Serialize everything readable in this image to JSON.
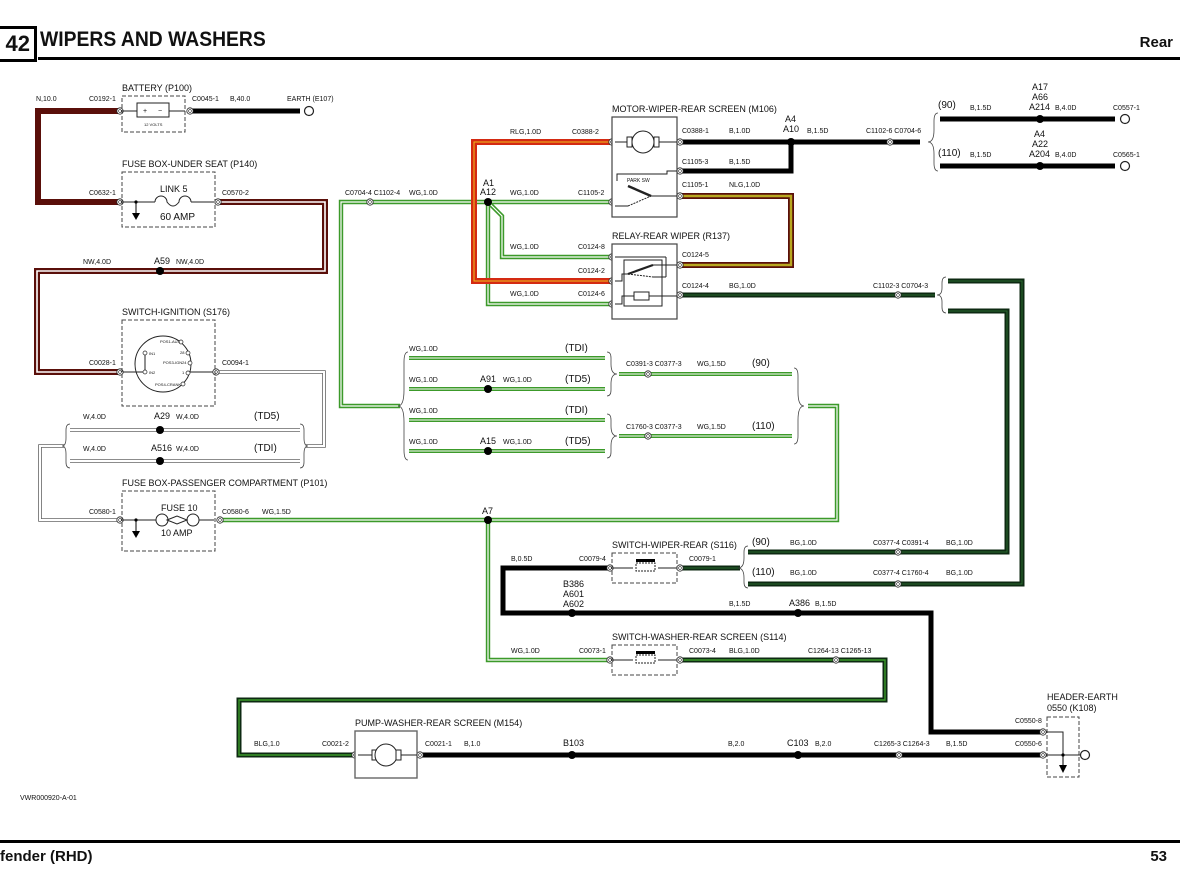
{
  "header": {
    "section_number": "42",
    "title": "WIPERS AND WASHERS",
    "right_label": "Rear"
  },
  "footer": {
    "left": "fender (RHD)",
    "page_number": "53",
    "drawing_ref": "VWR000920-A-01"
  },
  "colors": {
    "brown": "#5a0f0a",
    "red": "#d42a12",
    "green": "#3c9a2a",
    "black": "#000000",
    "dark_green": "#0d2a12",
    "yellow": "#b9a820"
  },
  "components": {
    "battery": {
      "title": "BATTERY (P100)",
      "voltage": "12 VOLTS",
      "plus": "+",
      "minus": "−"
    },
    "fuse_under_seat": {
      "title": "FUSE BOX-UNDER SEAT (P140)",
      "fuse": "LINK 5",
      "rating": "60 AMP"
    },
    "ignition": {
      "title": "SWITCH-IGNITION (S176)",
      "positions": [
        "POS1-AUX",
        "28",
        "POS3-IGN",
        "24",
        "1",
        "POS4-CRANK",
        "IN1",
        "IN2"
      ]
    },
    "fuse_passenger": {
      "title": "FUSE BOX-PASSENGER COMPARTMENT (P101)",
      "fuse": "FUSE 10",
      "rating": "10 AMP"
    },
    "motor_wiper": {
      "title": "MOTOR-WIPER-REAR SCREEN (M106)",
      "park_switch": "PARK SW"
    },
    "relay": {
      "title": "RELAY-REAR WIPER (R137)"
    },
    "switch_wiper": {
      "title": "SWITCH-WIPER-REAR (S116)"
    },
    "switch_washer": {
      "title": "SWITCH-WASHER-REAR SCREEN (S114)"
    },
    "pump": {
      "title": "PUMP-WASHER-REAR SCREEN (M154)"
    },
    "header_earth": {
      "title_line1": "HEADER-EARTH",
      "title_line2": "0550 (K108)"
    },
    "earth_e107": {
      "title": "EARTH (E107)"
    }
  },
  "labels": {
    "n10": "N,10.0",
    "c0192": "C0192-1",
    "c0045": "C0045-1",
    "b40": "B,40.0",
    "c0632": "C0632-1",
    "c0570": "C0570-2",
    "nw4_left": "NW,4.0D",
    "a59": "A59",
    "nw4_right": "NW,4.0D",
    "c0028": "C0028-1",
    "c0094": "C0094-1",
    "w4_a": "W,4.0D",
    "a29": "A29",
    "w4_b": "W,4.0D",
    "td5_a": "(TD5)",
    "w4_c": "W,4.0D",
    "a516": "A516",
    "w4_d": "W,4.0D",
    "tdi_a": "(TDI)",
    "c0580_1": "C0580-1",
    "c0580_6": "C0580-6",
    "wg15_a": "WG,1.5D",
    "a7": "A7",
    "c0704_4": "C0704-4 C1102-4",
    "wg10_a": "WG,1.0D",
    "a1": "A1",
    "a12": "A12",
    "rlg": "RLG,1.0D",
    "c0388_2": "C0388-2",
    "wg10_b": "WG,1.0D",
    "c1105_2": "C1105-2",
    "wg10_c": "WG,1.0D",
    "c0124_8": "C0124-8",
    "c0124_2": "C0124-2",
    "wg10_d": "WG,1.0D",
    "c0124_6": "C0124-6",
    "c0388_1": "C0388-1",
    "b10_a": "B,1.0D",
    "a4": "A4",
    "a10": "A10",
    "b15_a": "B,1.5D",
    "c1102_6": "C1102-6 C0704-6",
    "c1105_3": "C1105-3",
    "b15_b": "B,1.5D",
    "c1105_1": "C1105-1",
    "nlg": "NLG,1.0D",
    "c0124_5": "C0124-5",
    "c0124_4": "C0124-4",
    "bg10_a": "BG,1.0D",
    "c1102_3": "C1102-3 C0704-3",
    "v90": "(90)",
    "b15_c": "B,1.5D",
    "a17": "A17",
    "a66": "A66",
    "a214": "A214",
    "b40d_a": "B,4.0D",
    "c0557": "C0557-1",
    "v110": "(110)",
    "b15_d": "B,1.5D",
    "a4b": "A4",
    "a22": "A22",
    "a204": "A204",
    "b40d_b": "B,4.0D",
    "c0565": "C0565-1",
    "wg_tdi1": "WG,1.0D",
    "tdi_1": "(TDI)",
    "wg_td51": "WG,1.0D",
    "a91": "A91",
    "wg_td51b": "WG,1.0D",
    "td5_1": "(TD5)",
    "wg_tdi2": "WG,1.0D",
    "tdi_2": "(TDI)",
    "wg_td52": "WG,1.0D",
    "a15": "A15",
    "wg_td52b": "WG,1.0D",
    "td5_2": "(TD5)",
    "c0391_3": "C0391-3 C0377-3",
    "wg15_b": "WG,1.5D",
    "v90b": "(90)",
    "c1760_3": "C1760-3 C0377-3",
    "wg15_c": "WG,1.5D",
    "v110b": "(110)",
    "b05": "B,0.5D",
    "c0079_4": "C0079-4",
    "c0079_1": "C0079-1",
    "v90c": "(90)",
    "bg10_b": "BG,1.0D",
    "c0377_4a": "C0377-4 C0391-4",
    "bg10_c": "BG,1.0D",
    "v110c": "(110)",
    "bg10_d": "BG,1.0D",
    "c0377_4b": "C0377-4 C1760-4",
    "bg10_e": "BG,1.0D",
    "b386": "B386",
    "a601": "A601",
    "a602": "A602",
    "b15_e": "B,1.5D",
    "a386": "A386",
    "b15_f": "B,1.5D",
    "wg10_e": "WG,1.0D",
    "c0073_1": "C0073-1",
    "c0073_4": "C0073-4",
    "blg10": "BLG,1.0D",
    "c1264_13": "C1264-13 C1265-13",
    "blg1": "BLG,1.0",
    "c0021_2": "C0021-2",
    "c0021_1": "C0021-1",
    "b1": "B,1.0",
    "b103": "B103",
    "b2_a": "B,2.0",
    "c103": "C103",
    "b2_b": "B,2.0",
    "c1265_3": "C1265-3 C1264-3",
    "b15_g": "B,1.5D",
    "c0550_8": "C0550-8",
    "c0550_6": "C0550-6"
  }
}
